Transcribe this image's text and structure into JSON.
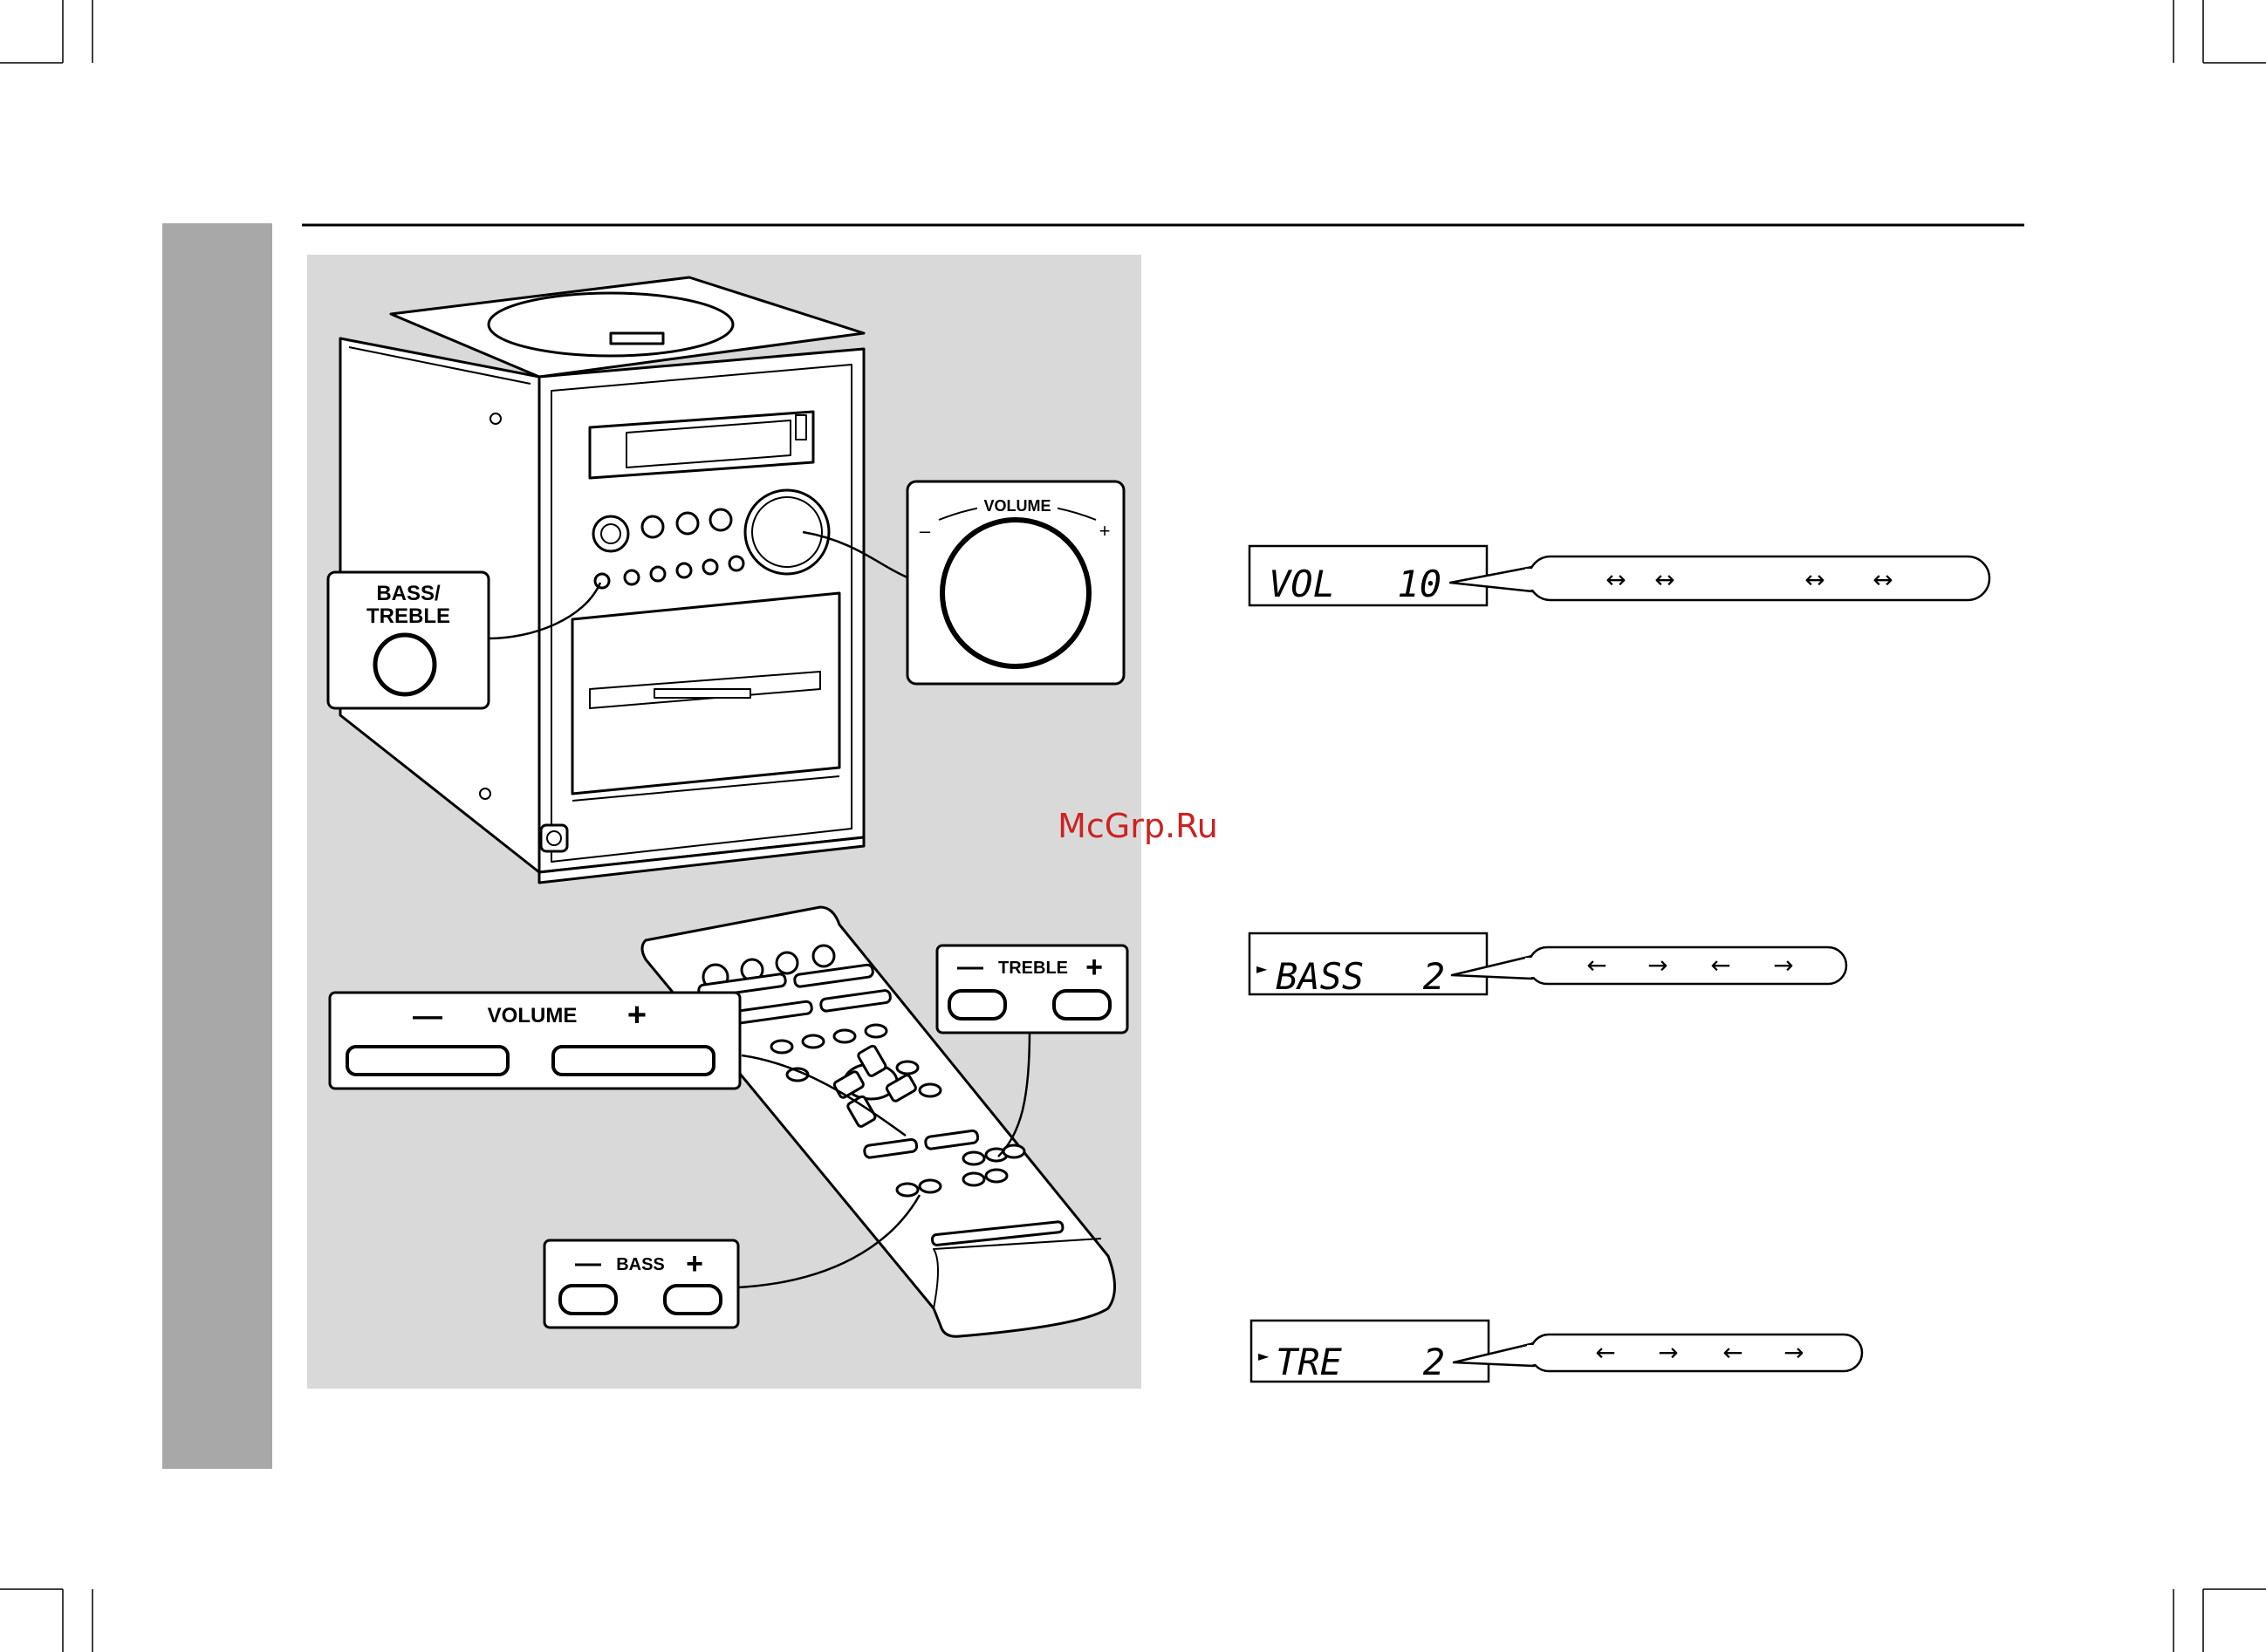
{
  "watermark": "McGrp.Ru",
  "unit": {
    "bass_treble_label_line1": "BASS/",
    "bass_treble_label_line2": "TREBLE",
    "volume_label": "VOLUME",
    "volume_minus": "–",
    "volume_plus": "+"
  },
  "remote": {
    "volume_label": "VOLUME",
    "treble_label": "TREBLE",
    "bass_label": "BASS",
    "minus": "—",
    "plus": "+"
  },
  "displays": [
    {
      "marker": "",
      "text_left": "VOL",
      "text_right": "10",
      "arrows": [
        "↔",
        "↔",
        "↔",
        "↔"
      ]
    },
    {
      "marker": "►",
      "text_left": "BASS",
      "text_right": "2",
      "arrows": [
        "←",
        "→",
        "←",
        "→"
      ]
    },
    {
      "marker": "►",
      "text_left": "TRE",
      "text_right": "2",
      "arrows": [
        "←",
        "→",
        "←",
        "→"
      ]
    }
  ]
}
